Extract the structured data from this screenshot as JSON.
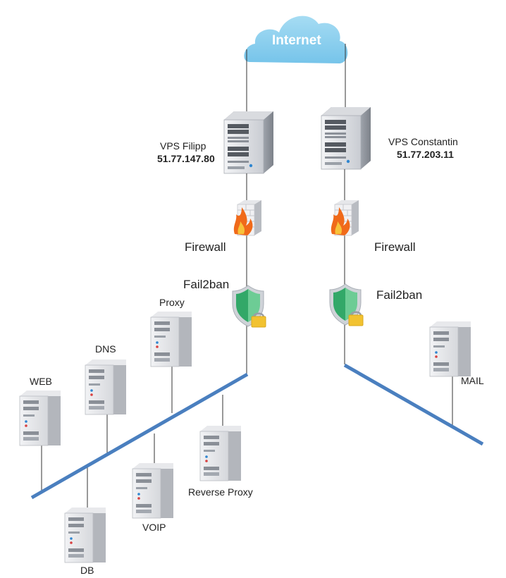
{
  "cloud": {
    "label": "Internet",
    "icon": "cloud-icon"
  },
  "vps_left": {
    "name": "VPS Filipp",
    "ip": "51.77.147.80",
    "icon": "tower-server-icon"
  },
  "vps_right": {
    "name": "VPS Constantin",
    "ip": "51.77.203.11",
    "icon": "tower-server-icon"
  },
  "firewall_left": {
    "label": "Firewall",
    "icon": "firewall-icon"
  },
  "firewall_right": {
    "label": "Firewall",
    "icon": "firewall-icon"
  },
  "fail2ban_left": {
    "label": "Fail2ban",
    "icon": "shield-lock-icon"
  },
  "fail2ban_right": {
    "label": "Fail2ban",
    "icon": "shield-lock-icon"
  },
  "servers": {
    "web": "WEB",
    "dns": "DNS",
    "proxy": "Proxy",
    "db": "DB",
    "voip": "VOIP",
    "reverse_proxy": "Reverse Proxy",
    "mail": "MAIL"
  },
  "colors": {
    "cloud": "#8fd0ee",
    "network_bus": "#4a7fbf",
    "link_line": "#333333",
    "shield": "#3fb27a",
    "lock": "#f2c230",
    "fire": "#f06a1a"
  }
}
